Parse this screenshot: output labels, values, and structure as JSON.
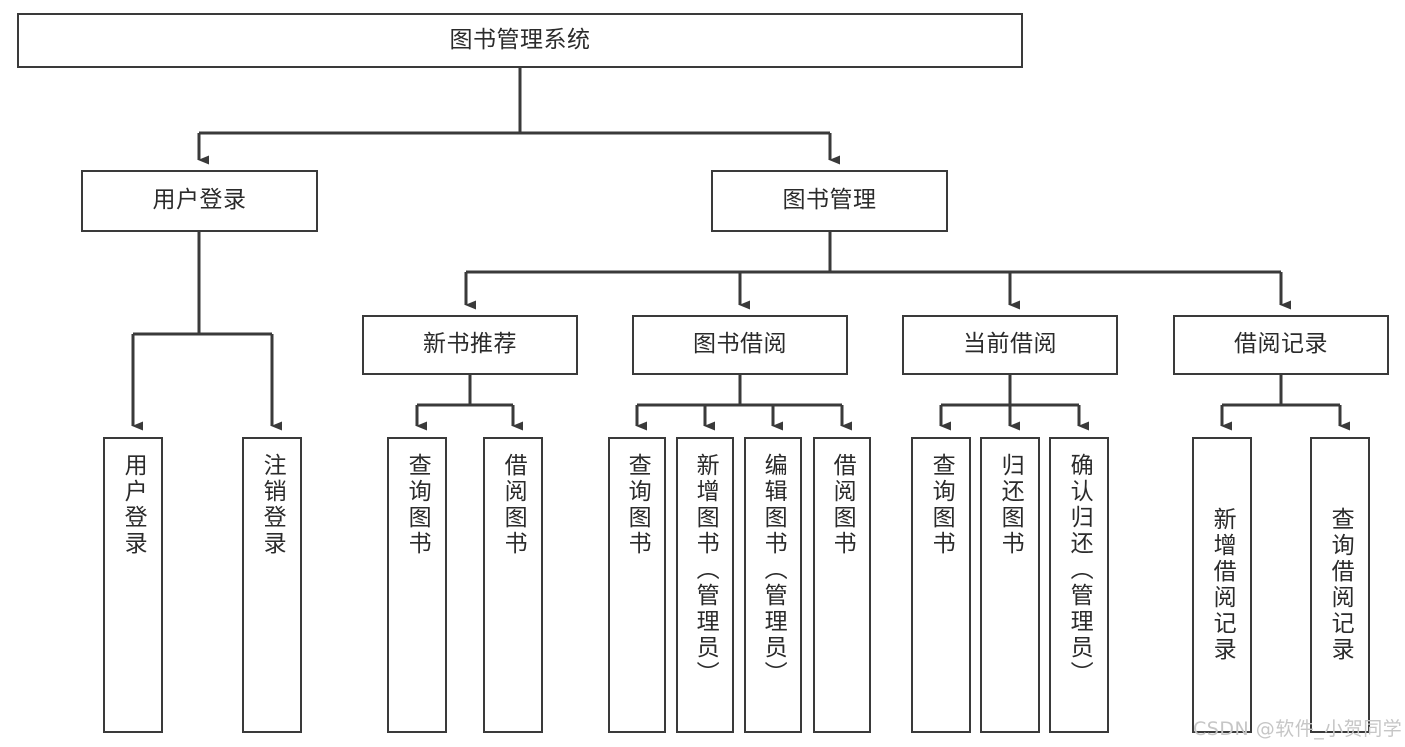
{
  "diagram": {
    "type": "tree",
    "title": "图书管理系统",
    "orientation": "top-down",
    "colors": {
      "box_border": "#3a3a3a",
      "box_fill": "#ffffff",
      "edge": "#3a3a3a",
      "text": "#2b2b2b",
      "watermark": "#c6c6c6"
    },
    "levels": {
      "root": {
        "label": "图书管理系统"
      },
      "level2": [
        {
          "label": "用户登录"
        },
        {
          "label": "图书管理"
        }
      ],
      "level3": [
        {
          "label": "新书推荐"
        },
        {
          "label": "图书借阅"
        },
        {
          "label": "当前借阅"
        },
        {
          "label": "借阅记录"
        }
      ],
      "leaves": {
        "user_login": [
          {
            "label": "用户登录"
          },
          {
            "label": "注销登录"
          }
        ],
        "new_book_recommend": [
          {
            "label": "查询图书"
          },
          {
            "label": "借阅图书"
          }
        ],
        "book_borrow": [
          {
            "label": "查询图书"
          },
          {
            "label": "新增图书（管理员）"
          },
          {
            "label": "编辑图书（管理员）"
          },
          {
            "label": "借阅图书"
          }
        ],
        "current_borrow": [
          {
            "label": "查询图书"
          },
          {
            "label": "归还图书"
          },
          {
            "label": "确认归还（管理员）"
          }
        ],
        "borrow_record": [
          {
            "label": "新增借阅记录"
          },
          {
            "label": "查询借阅记录"
          }
        ]
      }
    }
  },
  "watermark": {
    "text": "CSDN @软件_小贺同学"
  }
}
